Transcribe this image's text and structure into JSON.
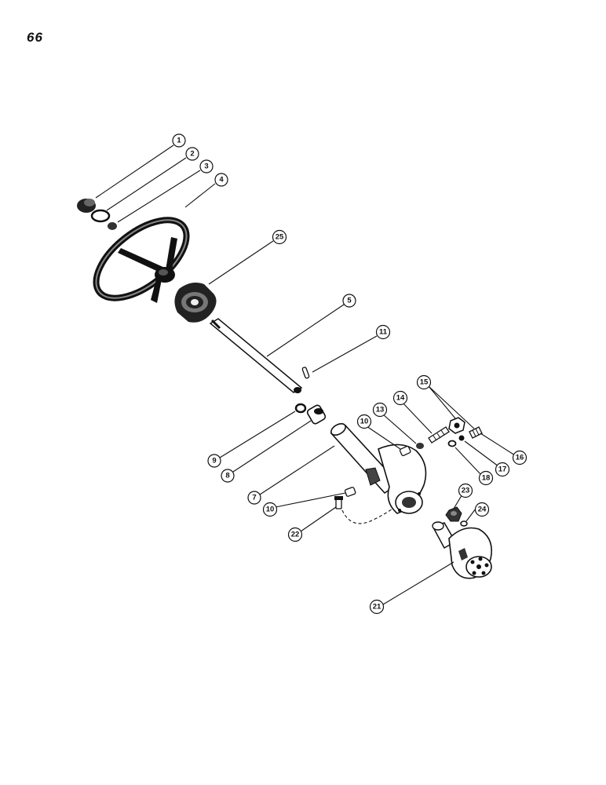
{
  "page": {
    "number": "66"
  },
  "callouts": [
    {
      "id": "c1",
      "text": "1"
    },
    {
      "id": "c2",
      "text": "2"
    },
    {
      "id": "c3",
      "text": "3"
    },
    {
      "id": "c4",
      "text": "4"
    },
    {
      "id": "c25",
      "text": "25"
    },
    {
      "id": "c5",
      "text": "5"
    },
    {
      "id": "c11",
      "text": "11"
    },
    {
      "id": "c15",
      "text": "15"
    },
    {
      "id": "c14",
      "text": "14"
    },
    {
      "id": "c13",
      "text": "13"
    },
    {
      "id": "c10a",
      "text": "10"
    },
    {
      "id": "c16",
      "text": "16"
    },
    {
      "id": "c17",
      "text": "17"
    },
    {
      "id": "c18",
      "text": "18"
    },
    {
      "id": "c9",
      "text": "9"
    },
    {
      "id": "c8",
      "text": "8"
    },
    {
      "id": "c7",
      "text": "7"
    },
    {
      "id": "c10b",
      "text": "10"
    },
    {
      "id": "c22",
      "text": "22"
    },
    {
      "id": "c23",
      "text": "23"
    },
    {
      "id": "c24",
      "text": "24"
    },
    {
      "id": "c21",
      "text": "21"
    }
  ]
}
